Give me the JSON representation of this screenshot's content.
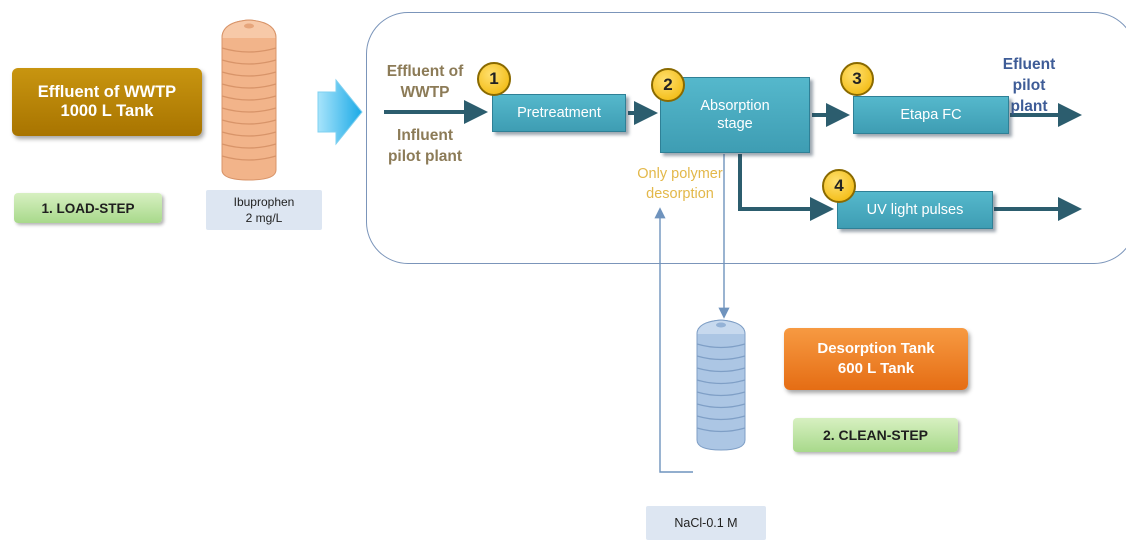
{
  "load_side": {
    "effluent_tank": [
      "Effluent of WWTP",
      "1000 L Tank"
    ],
    "load_step": "1. LOAD-STEP",
    "ibuprofen": [
      "Ibuprophen",
      "2 mg/L"
    ]
  },
  "pilot_plant": {
    "inlet_labels": {
      "effluent": [
        "Effluent of",
        "WWTP"
      ],
      "influent": [
        "Influent",
        "pilot plant"
      ]
    },
    "outlet_label": [
      "Efluent pilot",
      "plant"
    ],
    "stages": [
      {
        "number": "1",
        "label": [
          "Pretreatment"
        ]
      },
      {
        "number": "2",
        "label": [
          "Absorption",
          "stage"
        ]
      },
      {
        "number": "3",
        "label": [
          "Etapa FC"
        ]
      },
      {
        "number": "4",
        "label": [
          "UV light pulses"
        ]
      }
    ],
    "desorption_note": [
      "Only polymer",
      "desorption"
    ]
  },
  "clean_side": {
    "desorption_tank": [
      "Desorption Tank",
      "600 L Tank"
    ],
    "clean_step": "2. CLEAN-STEP",
    "nacl": "NaCl-0.1 M"
  },
  "colors": {
    "process_box": "#4aaec3",
    "arrow": "#2c5d6e",
    "badge": "#f5c000",
    "effluent_tank": "#b98400",
    "desorption_tank": "#ef7e26",
    "step_badge": "#b6e09c",
    "tank_orange": "#f0b48a",
    "tank_blue": "#a9c4e2",
    "feed_arrow": "#27b3e8",
    "frame_border": "#7b95ba"
  }
}
